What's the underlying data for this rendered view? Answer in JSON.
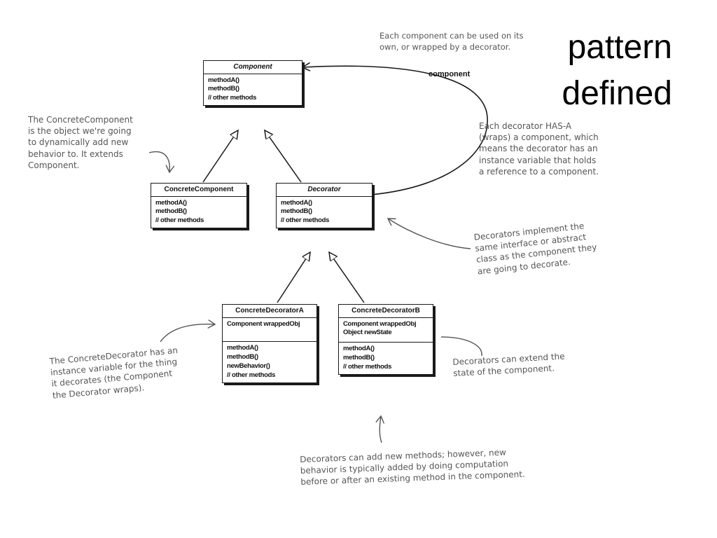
{
  "title": {
    "line1": "pattern",
    "line2": "defined"
  },
  "component_label": "component",
  "classes": {
    "component": {
      "name": "Component",
      "abstract": true,
      "methods": [
        "methodA()",
        "methodB()",
        "// other methods"
      ]
    },
    "concrete_component": {
      "name": "ConcreteComponent",
      "abstract": false,
      "methods": [
        "methodA()",
        "methodB()",
        "// other methods"
      ]
    },
    "decorator": {
      "name": "Decorator",
      "abstract": true,
      "methods": [
        "methodA()",
        "methodB()",
        "// other methods"
      ]
    },
    "decorator_a": {
      "name": "ConcreteDecoratorA",
      "abstract": false,
      "fields": [
        "Component wrappedObj"
      ],
      "methods": [
        "methodA()",
        "methodB()",
        "newBehavior()",
        "// other methods"
      ]
    },
    "decorator_b": {
      "name": "ConcreteDecoratorB",
      "abstract": false,
      "fields": [
        "Component wrappedObj",
        "Object newState"
      ],
      "methods": [
        "methodA()",
        "methodB()",
        "// other methods"
      ]
    }
  },
  "notes": {
    "each_component": [
      "Each component can be used on its",
      "own, or wrapped by a decorator."
    ],
    "concrete_component": [
      "The ConcreteComponent",
      "is the object we're going",
      "to dynamically add new",
      "behavior to. It extends",
      "Component."
    ],
    "has_a": [
      "Each decorator HAS-A",
      "(wraps) a component, which",
      "means the decorator has an",
      "instance variable that holds",
      "a reference to a component."
    ],
    "implement": [
      "Decorators implement the",
      "same interface or abstract",
      "class as the component they",
      "are going to decorate."
    ],
    "concrete_decorator": [
      "The ConcreteDecorator has an",
      "instance variable for the thing",
      "it decorates (the Component",
      "the Decorator wraps)."
    ],
    "extend_state": [
      "Decorators can extend the",
      "state of the component."
    ],
    "new_methods": [
      "Decorators can add new methods; however, new",
      "behavior is typically added by doing computation",
      "before or after an existing method in the component."
    ]
  }
}
